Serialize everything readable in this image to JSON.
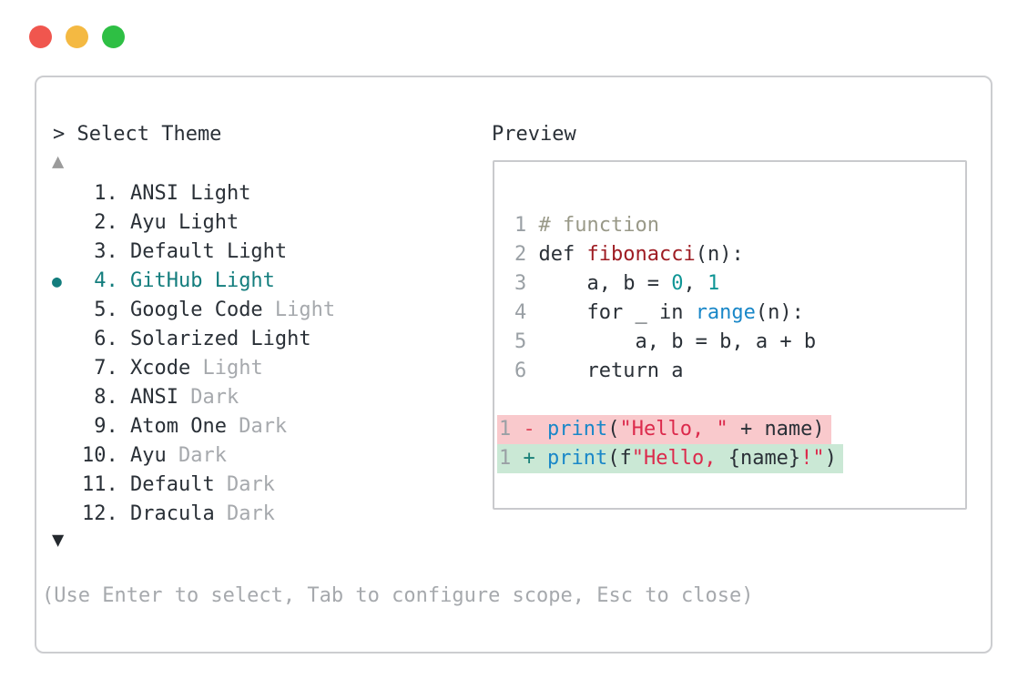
{
  "window_controls": {
    "close_color": "#f0564e",
    "minimize_color": "#f4b942",
    "zoom_color": "#2ebf44"
  },
  "panel": {
    "title": "> Select Theme",
    "preview_label": "Preview",
    "scroll_up_icon": "▲",
    "scroll_down_icon": "▼",
    "footer_hint": "(Use Enter to select, Tab to configure scope, Esc to close)",
    "accent_color": "#137d7d",
    "text_color": "#2a3037",
    "muted_color": "#a6a9ad"
  },
  "theme_list": {
    "selected_number": 4,
    "selected_marker": "●",
    "items": [
      {
        "number": " 1.",
        "name": "ANSI Light",
        "muted": "",
        "selected": false
      },
      {
        "number": " 2.",
        "name": "Ayu Light",
        "muted": "",
        "selected": false
      },
      {
        "number": " 3.",
        "name": "Default Light",
        "muted": "",
        "selected": false
      },
      {
        "number": " 4.",
        "name": "GitHub Light",
        "muted": "",
        "selected": true
      },
      {
        "number": " 5.",
        "name": "Google Code",
        "muted": "Light",
        "selected": false
      },
      {
        "number": " 6.",
        "name": "Solarized Light",
        "muted": "",
        "selected": false
      },
      {
        "number": " 7.",
        "name": "Xcode",
        "muted": "Light",
        "selected": false
      },
      {
        "number": " 8.",
        "name": "ANSI",
        "muted": "Dark",
        "selected": false
      },
      {
        "number": " 9.",
        "name": "Atom One",
        "muted": "Dark",
        "selected": false
      },
      {
        "number": "10.",
        "name": "Ayu",
        "muted": "Dark",
        "selected": false
      },
      {
        "number": "11.",
        "name": "Default",
        "muted": "Dark",
        "selected": false
      },
      {
        "number": "12.",
        "name": "Dracula",
        "muted": "Dark",
        "selected": false
      }
    ]
  },
  "preview": {
    "syntax_colors": {
      "text": "#2a3037",
      "comment": "#999988",
      "function": "#9e1c23",
      "number": "#0f9595",
      "builtin": "#1987c8",
      "string": "#dc2a4c",
      "line_number": "#9aa0a5",
      "diff_minus": "#e0465a",
      "diff_plus": "#1a8078",
      "removed_bg": "#f9c9cc",
      "added_bg": "#cae8d5"
    },
    "code_lines": [
      {
        "num": "1",
        "tokens": [
          {
            "t": "# function",
            "c": "comment"
          }
        ]
      },
      {
        "num": "2",
        "tokens": [
          {
            "t": "def ",
            "c": "text"
          },
          {
            "t": "fibonacci",
            "c": "function"
          },
          {
            "t": "(n):",
            "c": "text"
          }
        ]
      },
      {
        "num": "3",
        "tokens": [
          {
            "t": "    a, b = ",
            "c": "text"
          },
          {
            "t": "0",
            "c": "number"
          },
          {
            "t": ", ",
            "c": "text"
          },
          {
            "t": "1",
            "c": "number"
          }
        ]
      },
      {
        "num": "4",
        "tokens": [
          {
            "t": "    for _ in ",
            "c": "text"
          },
          {
            "t": "range",
            "c": "builtin"
          },
          {
            "t": "(n):",
            "c": "text"
          }
        ]
      },
      {
        "num": "5",
        "tokens": [
          {
            "t": "        a, b = b, a + b",
            "c": "text"
          }
        ]
      },
      {
        "num": "6",
        "tokens": [
          {
            "t": "    return a",
            "c": "text"
          }
        ]
      }
    ],
    "diff_lines": [
      {
        "num": "1",
        "sign": "-",
        "kind": "removed",
        "tokens": [
          {
            "t": "print",
            "c": "builtin"
          },
          {
            "t": "(",
            "c": "text"
          },
          {
            "t": "\"Hello, \"",
            "c": "string"
          },
          {
            "t": " + name)",
            "c": "text"
          }
        ]
      },
      {
        "num": "1",
        "sign": "+",
        "kind": "added",
        "tokens": [
          {
            "t": "print",
            "c": "builtin"
          },
          {
            "t": "(f",
            "c": "text"
          },
          {
            "t": "\"Hello, ",
            "c": "string"
          },
          {
            "t": "{name}",
            "c": "text"
          },
          {
            "t": "!\"",
            "c": "string"
          },
          {
            "t": ")",
            "c": "text"
          }
        ]
      }
    ]
  }
}
